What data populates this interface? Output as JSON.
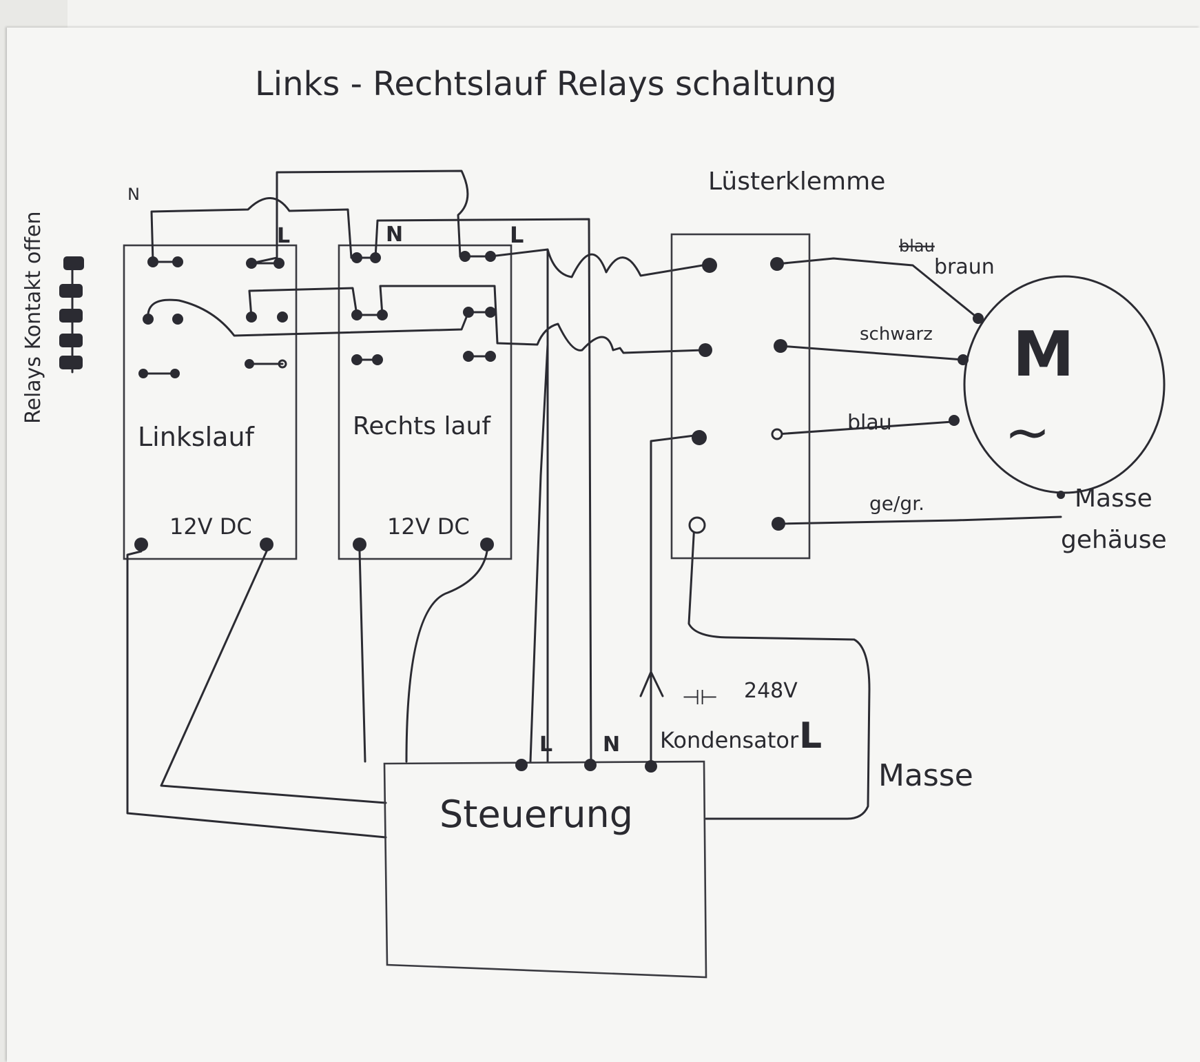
{
  "title": "Links - Rechtslauf  Relays schaltung",
  "side_note": "Relays Kontakt offen",
  "relays": [
    {
      "id": "links",
      "label": "Linkslauf",
      "coil_label": "12V DC"
    },
    {
      "id": "rechts",
      "label": "Rechts lauf",
      "coil_label": "12V DC"
    }
  ],
  "top_labels": {
    "n_left": "N",
    "l_left": "L",
    "n_mid": "N",
    "l_mid": "L"
  },
  "terminal_block": {
    "label": "Lüsterklemme"
  },
  "motor": {
    "symbol": "M",
    "ac_symbol": "~"
  },
  "wire_colors": {
    "strike": "blau",
    "c1": "braun",
    "c2": "schwarz",
    "c3": "blau",
    "c4": "ge/gr."
  },
  "ground_label_motor": {
    "line1": "Masse",
    "line2": "gehäuse"
  },
  "controller": {
    "label": "Steuerung",
    "l": "L",
    "n": "N"
  },
  "capacitor": {
    "symbol": "⊣⊢",
    "value": "248V",
    "label": "Kondensator",
    "l": "L"
  },
  "ground_label": "Masse",
  "colors": {
    "ink": "#2b2b32",
    "paper": "#f6f6f4"
  }
}
